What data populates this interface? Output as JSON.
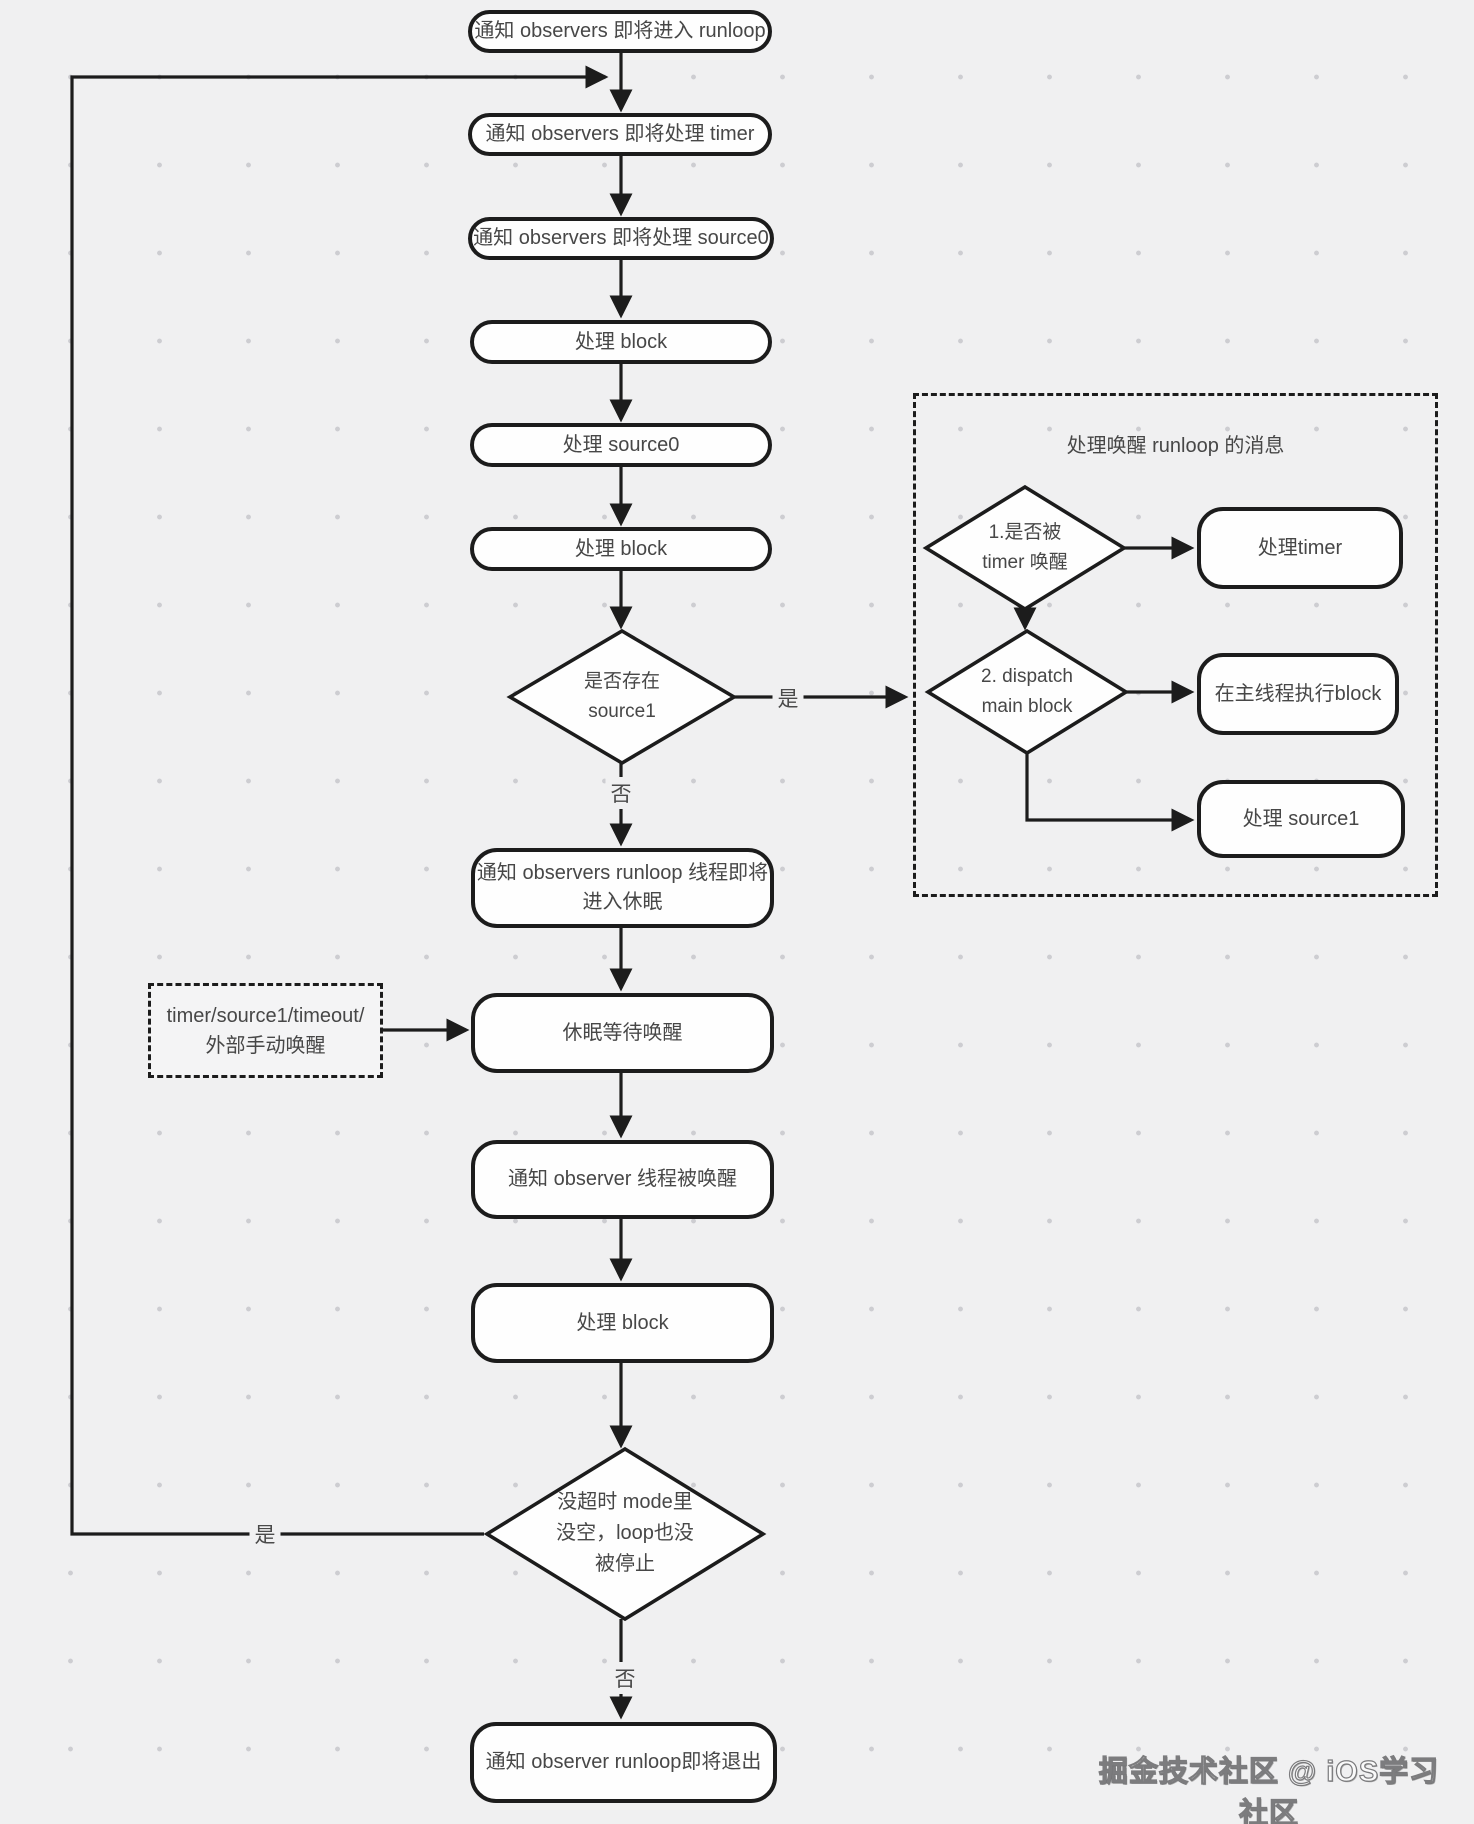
{
  "colors": {
    "background": "#f0f0f1",
    "grid_dot": "#cdcdd1",
    "node_border": "#1c1c1c",
    "node_fill": "#fefefe",
    "text": "#474747"
  },
  "main_flow": {
    "enter_runloop": "通知 observers 即将进入 runloop",
    "will_process_timer": "通知 observers 即将处理 timer",
    "will_process_source0": "通知 observers 即将处理 source0",
    "process_block_1": "处理 block",
    "process_source0": "处理 source0",
    "process_block_2": "处理 block",
    "decision_source1": {
      "line1": "是否存在",
      "line2": "source1"
    },
    "will_sleep": {
      "line1": "通知 observers runloop 线程即将",
      "line2": "进入休眠"
    },
    "sleep_wait": "休眠等待唤醒",
    "thread_woken": "通知 observer 线程被唤醒",
    "process_block_3": "处理 block",
    "decision_continue": {
      "line1": "没超时 mode里",
      "line2": "没空，loop也没",
      "line3": "被停止"
    },
    "exit_runloop": "通知 observer runloop即将退出"
  },
  "edge_labels": {
    "yes_source1": "是",
    "no_source1": "否",
    "yes_continue": "是",
    "no_continue": "否"
  },
  "wake_group": {
    "title": "处理唤醒 runloop 的消息",
    "decision_timer": {
      "line1": "1.是否被",
      "line2": "timer 唤醒"
    },
    "process_timer": "处理timer",
    "decision_dispatch": {
      "line1": "2. dispatch",
      "line2": "main block"
    },
    "exec_main_block": "在主线程执行block",
    "process_source1": "处理 source1"
  },
  "wake_sources": {
    "line1": "timer/source1/timeout/",
    "line2": "外部手动唤醒"
  },
  "watermark": "掘金技术社区 @ iOS学习社区"
}
